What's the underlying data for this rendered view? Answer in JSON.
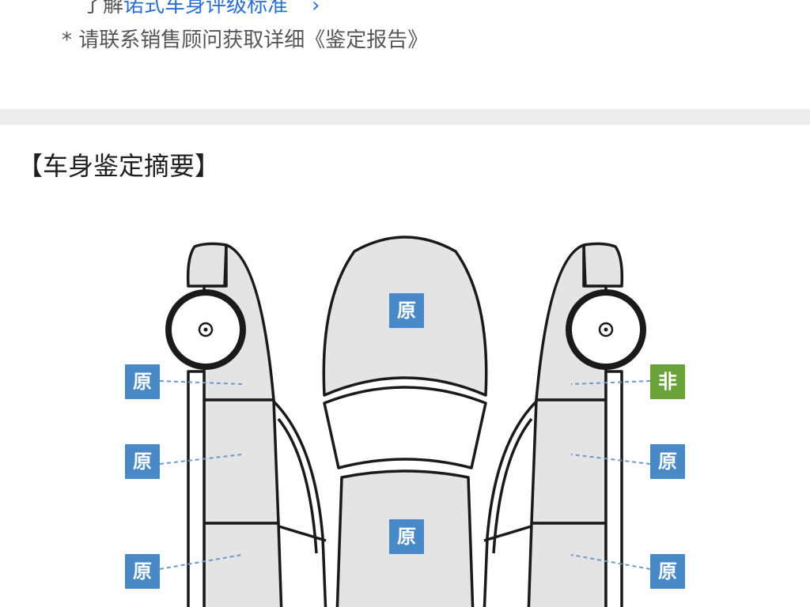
{
  "top": {
    "learn_prefix": "了解",
    "learn_link": "诺式车身评级标准",
    "learn_chevron": "›",
    "note": "* 请联系销售顾问获取详细《鉴定报告》"
  },
  "section": {
    "title": "【车身鉴定摘要】"
  },
  "diagram": {
    "colors": {
      "original": "#4a89c8",
      "non_original": "#6aa23a",
      "panel_fill": "#e4e4e4",
      "outline": "#1a1a1a"
    },
    "labels": {
      "hood": "原",
      "roof": "原",
      "left_front_fender": "原",
      "left_front_door": "原",
      "left_rear_door": "原",
      "right_front_fender": "非",
      "right_front_door": "原",
      "right_rear_door": "原"
    },
    "status": {
      "hood": "original",
      "roof": "original",
      "left_front_fender": "original",
      "left_front_door": "original",
      "left_rear_door": "original",
      "right_front_fender": "non_original",
      "right_front_door": "original",
      "right_rear_door": "original"
    }
  }
}
